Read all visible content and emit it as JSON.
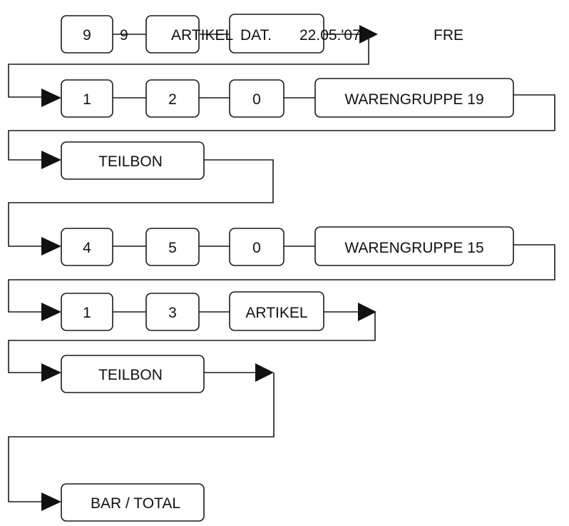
{
  "header": {
    "key_9": "9",
    "digit_9": "9",
    "artikel_label": "ARTIKEL",
    "dat_label": "DAT.",
    "date_value": "22.05.'07",
    "fre_label": "FRE"
  },
  "rows": [
    {
      "keys": [
        "1",
        "2",
        "0",
        "WARENGRUPPE 19"
      ]
    },
    {
      "keys": [
        "TEILBON"
      ]
    },
    {
      "keys": [
        "4",
        "5",
        "0",
        "WARENGRUPPE 15"
      ]
    },
    {
      "keys": [
        "1",
        "3",
        "ARTIKEL"
      ]
    },
    {
      "keys": [
        "TEILBON"
      ]
    },
    {
      "keys": [
        "BAR / TOTAL"
      ]
    }
  ],
  "colors": {
    "stroke": "#1a1a1a",
    "text": "#111111",
    "background": "#ffffff"
  }
}
